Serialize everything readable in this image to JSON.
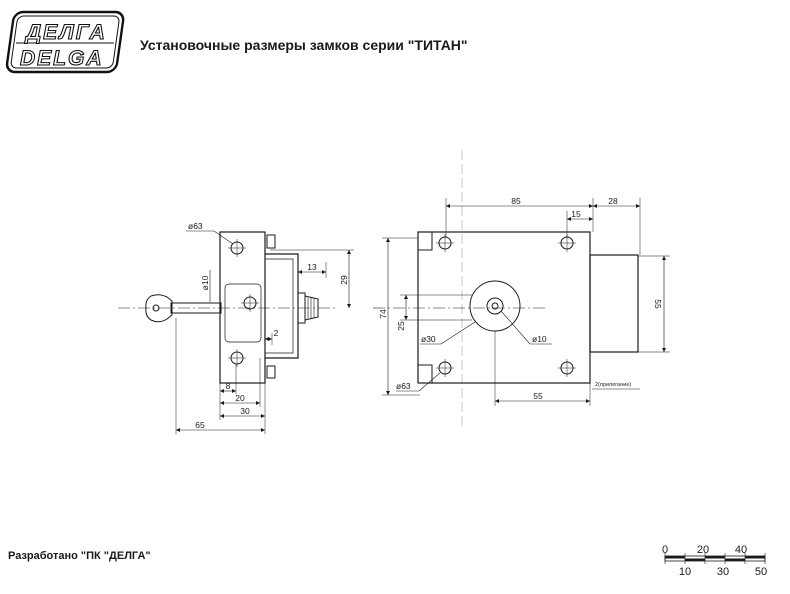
{
  "logo": {
    "line1": "ДЕЛГА",
    "line2": "DELGA"
  },
  "title": "Установочные размеры замков серии \"ТИТАН\"",
  "footer": "Разработано \"ПК \"ДЕЛГА\"",
  "side_view": {
    "d63": "ø63",
    "d10": "ø10",
    "w13": "13",
    "h29": "29",
    "gap2": "2",
    "w8": "8",
    "w20": "20",
    "w30": "30",
    "w65": "65"
  },
  "front_view": {
    "w85": "85",
    "w15": "15",
    "w28": "28",
    "h55": "55",
    "h74": "74",
    "h25": "25",
    "d30": "ø30",
    "d10": "ø10",
    "d63": "ø63",
    "w55": "55",
    "gap2": "2(прилегание)"
  },
  "scale": {
    "top": [
      "0",
      "20",
      "40"
    ],
    "bottom": [
      "10",
      "30",
      "50"
    ]
  },
  "colors": {
    "ink": "#1a1a1a",
    "background": "#ffffff"
  }
}
